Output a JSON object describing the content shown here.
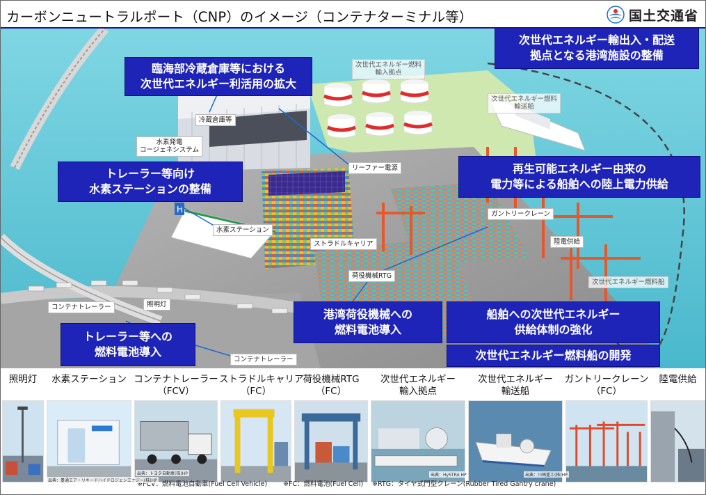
{
  "header": {
    "title": "カーボンニュートラルポート（CNP）のイメージ（コンテナターミナル等）",
    "ministry": "国土交通省"
  },
  "callouts": {
    "reefer": [
      "臨海部冷蔵倉庫等における",
      "次世代エネルギー利活用の拡大"
    ],
    "trailer_station": [
      "トレーラー等向け",
      "水素ステーションの整備"
    ],
    "trailer_fc": [
      "トレーラー等への",
      "燃料電池導入"
    ],
    "port_facility": [
      "次世代エネルギー輸出入・配送",
      "拠点となる港湾施設の整備"
    ],
    "shore_power": [
      "再生可能エネルギー由来の",
      "電力等による船舶への陸上電力供給"
    ],
    "cargo_fc": [
      "港湾荷役機械への",
      "燃料電池導入"
    ],
    "ship_supply": [
      "船舶への次世代エネルギー",
      "供給体制の強化"
    ],
    "fuel_ship": [
      "次世代エネルギー燃料船の開発"
    ]
  },
  "tags": {
    "import_base": [
      "次世代エネルギー燃料",
      "輸入拠点"
    ],
    "transport_ship": [
      "次世代エネルギー燃料",
      "輸送船"
    ],
    "cold_storage": "冷蔵倉庫等",
    "cogeneration": [
      "水素発電",
      "コージェネシステム"
    ],
    "reefer_power": "リーファー電源",
    "h2_station": "水素ステーション",
    "straddle": "ストラドルキャリア",
    "rtg": "荷役機械RTG",
    "gantry": "ガントリークレーン",
    "shore_power": "陸電供給",
    "fuel_ship": "次世代エネルギー燃料船",
    "container_trailer_1": "コンテナトレーラー",
    "lighting": "照明灯",
    "container_trailer_2": "コンテナトレーラー"
  },
  "photos": [
    {
      "label": [
        "照明灯"
      ],
      "credit": ""
    },
    {
      "label": [
        "水素ステーション"
      ],
      "credit": "出典：豊通エア・リキードハイドロジェンエナジー(株)HP"
    },
    {
      "label": [
        "コンテナトレーラー",
        "（FCV）"
      ],
      "credit": "出典：トヨタ自動車(株)HP"
    },
    {
      "label": [
        "ストラドルキャリア",
        "（FC）"
      ],
      "credit": ""
    },
    {
      "label": [
        "荷役機械RTG",
        "（FC）"
      ],
      "credit": ""
    },
    {
      "label": [
        "次世代エネルギー",
        "輸入拠点"
      ],
      "credit": "出典：HySTRA HP"
    },
    {
      "label": [
        "次世代エネルギー",
        "輸送船"
      ],
      "credit": "出典：川崎重工(株)HP"
    },
    {
      "label": [
        "ガントリークレーン",
        "（FC）"
      ],
      "credit": ""
    },
    {
      "label": [
        "陸電供給"
      ],
      "credit": ""
    }
  ],
  "notes": {
    "fcv": "※FCV：燃料電池自動車(Fuel Cell Vehicle)",
    "fc": "※FC：燃料電池(Fuel Cell)",
    "rtg": "※RTG：タイヤ式門型クレーン(Rubber Tired Gantry crane)"
  },
  "colors": {
    "callout_bg": "#1f24b8",
    "sea": "#5ec8d8",
    "quay": "#9a9a9a",
    "crane": "#e8572a",
    "header_rule": "#1a1a8c"
  }
}
